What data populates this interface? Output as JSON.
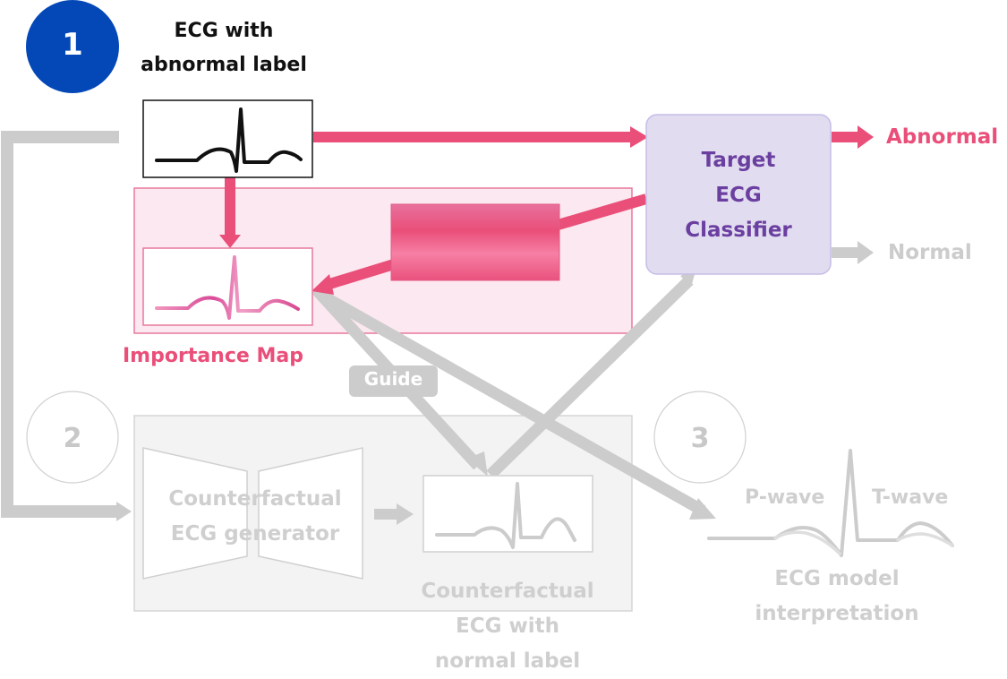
{
  "colors": {
    "pink": "#e94f79",
    "pink_light_fill": "#fce8f0",
    "pink_border": "#e8799c",
    "blue": "#0448b8",
    "purple_text": "#6b3fa0",
    "purple_fill": "#e1dcf0",
    "purple_border": "#c7bde6",
    "gray": "#cccccc",
    "gray_fill": "#f3f3f3",
    "gray_border": "#d5d5d5",
    "black": "#111111"
  },
  "step1": {
    "number": "1",
    "title_line1": "ECG with",
    "title_line2": "abnormal label"
  },
  "classifier": {
    "line1": "Target",
    "line2": "ECG",
    "line3": "Classifier"
  },
  "outputs": {
    "abnormal": "Abnormal",
    "normal": "Normal"
  },
  "importance": {
    "label": "Importance Map"
  },
  "guide": {
    "label": "Guide"
  },
  "step2": {
    "number": "2",
    "generator_line1": "Counterfactual",
    "generator_line2": "ECG generator",
    "output_line1": "Counterfactual",
    "output_line2": "ECG with",
    "output_line3": "normal label"
  },
  "step3": {
    "number": "3",
    "p_wave": "P-wave",
    "t_wave": "T-wave",
    "caption_line1": "ECG model",
    "caption_line2": "interpretation"
  }
}
